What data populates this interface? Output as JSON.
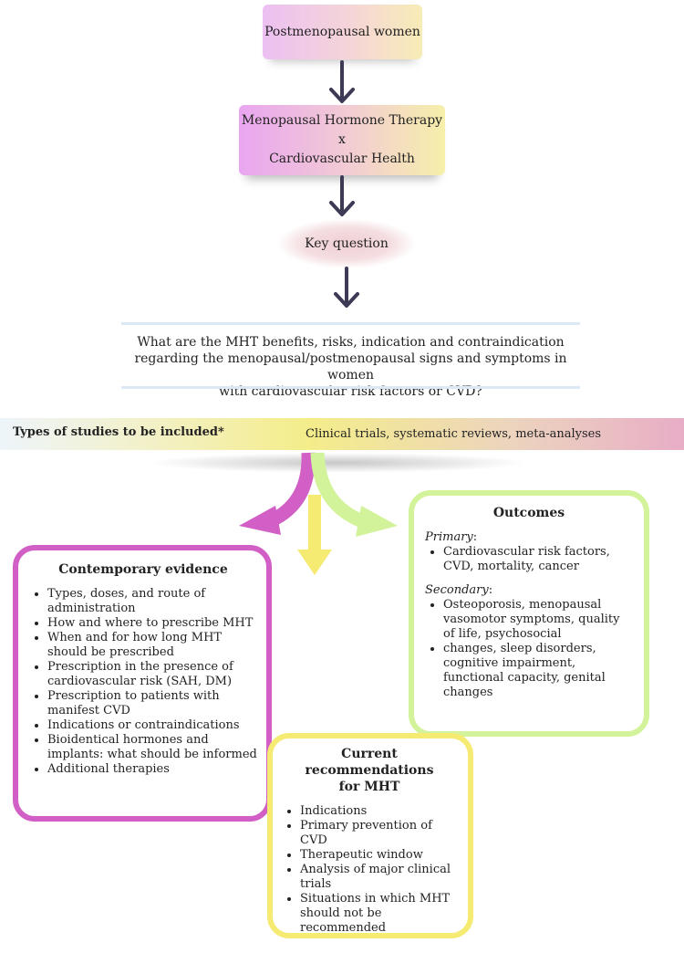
{
  "step1": "Postmenopausal women",
  "step2_line1": "Menopausal Hormone Therapy x",
  "step2_line2": "Cardiovascular Health",
  "key_question_label": "Key question",
  "question_lines": [
    "What are the MHT benefits, risks, indication and contraindication",
    "regarding the menopausal/postmenopausal signs and symptoms in women",
    "with cardiovascular risk factors or CVD?"
  ],
  "studies_label": "Types of studies to be included*",
  "studies_value": "Clinical trials, systematic reviews, meta-analyses",
  "contemporary": {
    "title": "Contemporary evidence",
    "items": [
      "Types, doses, and route of administration",
      "How and where to prescribe MHT",
      "When and for how long MHT should be prescribed",
      "Prescription in the presence of cardiovascular risk (SAH, DM)",
      "Prescription to patients with manifest CVD",
      "Indications or contraindications",
      "Bioidentical hormones and implants: what should be informed",
      "Additional therapies"
    ]
  },
  "outcomes": {
    "title": "Outcomes",
    "primary_label": "Primary",
    "primary_items": [
      "Cardiovascular risk factors, CVD, mortality, cancer"
    ],
    "secondary_label": "Secondary",
    "secondary_items": [
      "Osteoporosis, menopausal vasomotor symptoms, quality of life, psychosocial",
      "changes, sleep disorders, cognitive impairment, functional capacity, genital changes"
    ]
  },
  "recommendations": {
    "title_line1": "Current recommendations",
    "title_line2": "for MHT",
    "items": [
      "Indications",
      "Primary prevention of CVD",
      "Therapeutic window",
      "Analysis of major clinical trials",
      "Situations in which MHT should not be recommended"
    ]
  },
  "colors": {
    "pink": "#d15fc5",
    "green": "#d3f39a",
    "yellow": "#f5ea72",
    "arrow": "#3c3a55"
  }
}
